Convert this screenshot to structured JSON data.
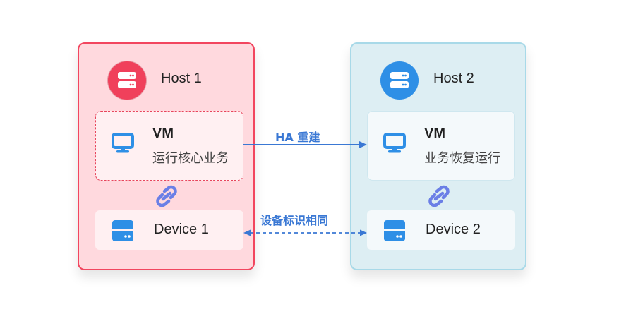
{
  "hosts": [
    {
      "title": "Host 1",
      "vm": {
        "name": "VM",
        "description": "运行核心业务"
      },
      "device": {
        "name": "Device 1"
      },
      "colors": {
        "accent": "#f0405b",
        "background": "#ffd9de",
        "border": "#f2465f"
      }
    },
    {
      "title": "Host 2",
      "vm": {
        "name": "VM",
        "description": "业务恢复运行"
      },
      "device": {
        "name": "Device 2"
      },
      "colors": {
        "accent": "#2e8fe6",
        "background": "#ddeef3",
        "border": "#a8d9e8"
      }
    }
  ],
  "connections": {
    "ha": {
      "label": "HA 重建",
      "style": "solid",
      "direction": "host1-to-host2"
    },
    "device_id": {
      "label": "设备标识相同",
      "style": "dashed",
      "direction": "bidirectional"
    }
  },
  "icons": {
    "host": "server-icon",
    "vm": "monitor-icon",
    "device": "storage-device-icon",
    "link": "link-icon"
  },
  "colors": {
    "icon_blue": "#2e8fe6",
    "link_purple": "#6b7fe6",
    "arrow_blue": "#3a78d4"
  }
}
